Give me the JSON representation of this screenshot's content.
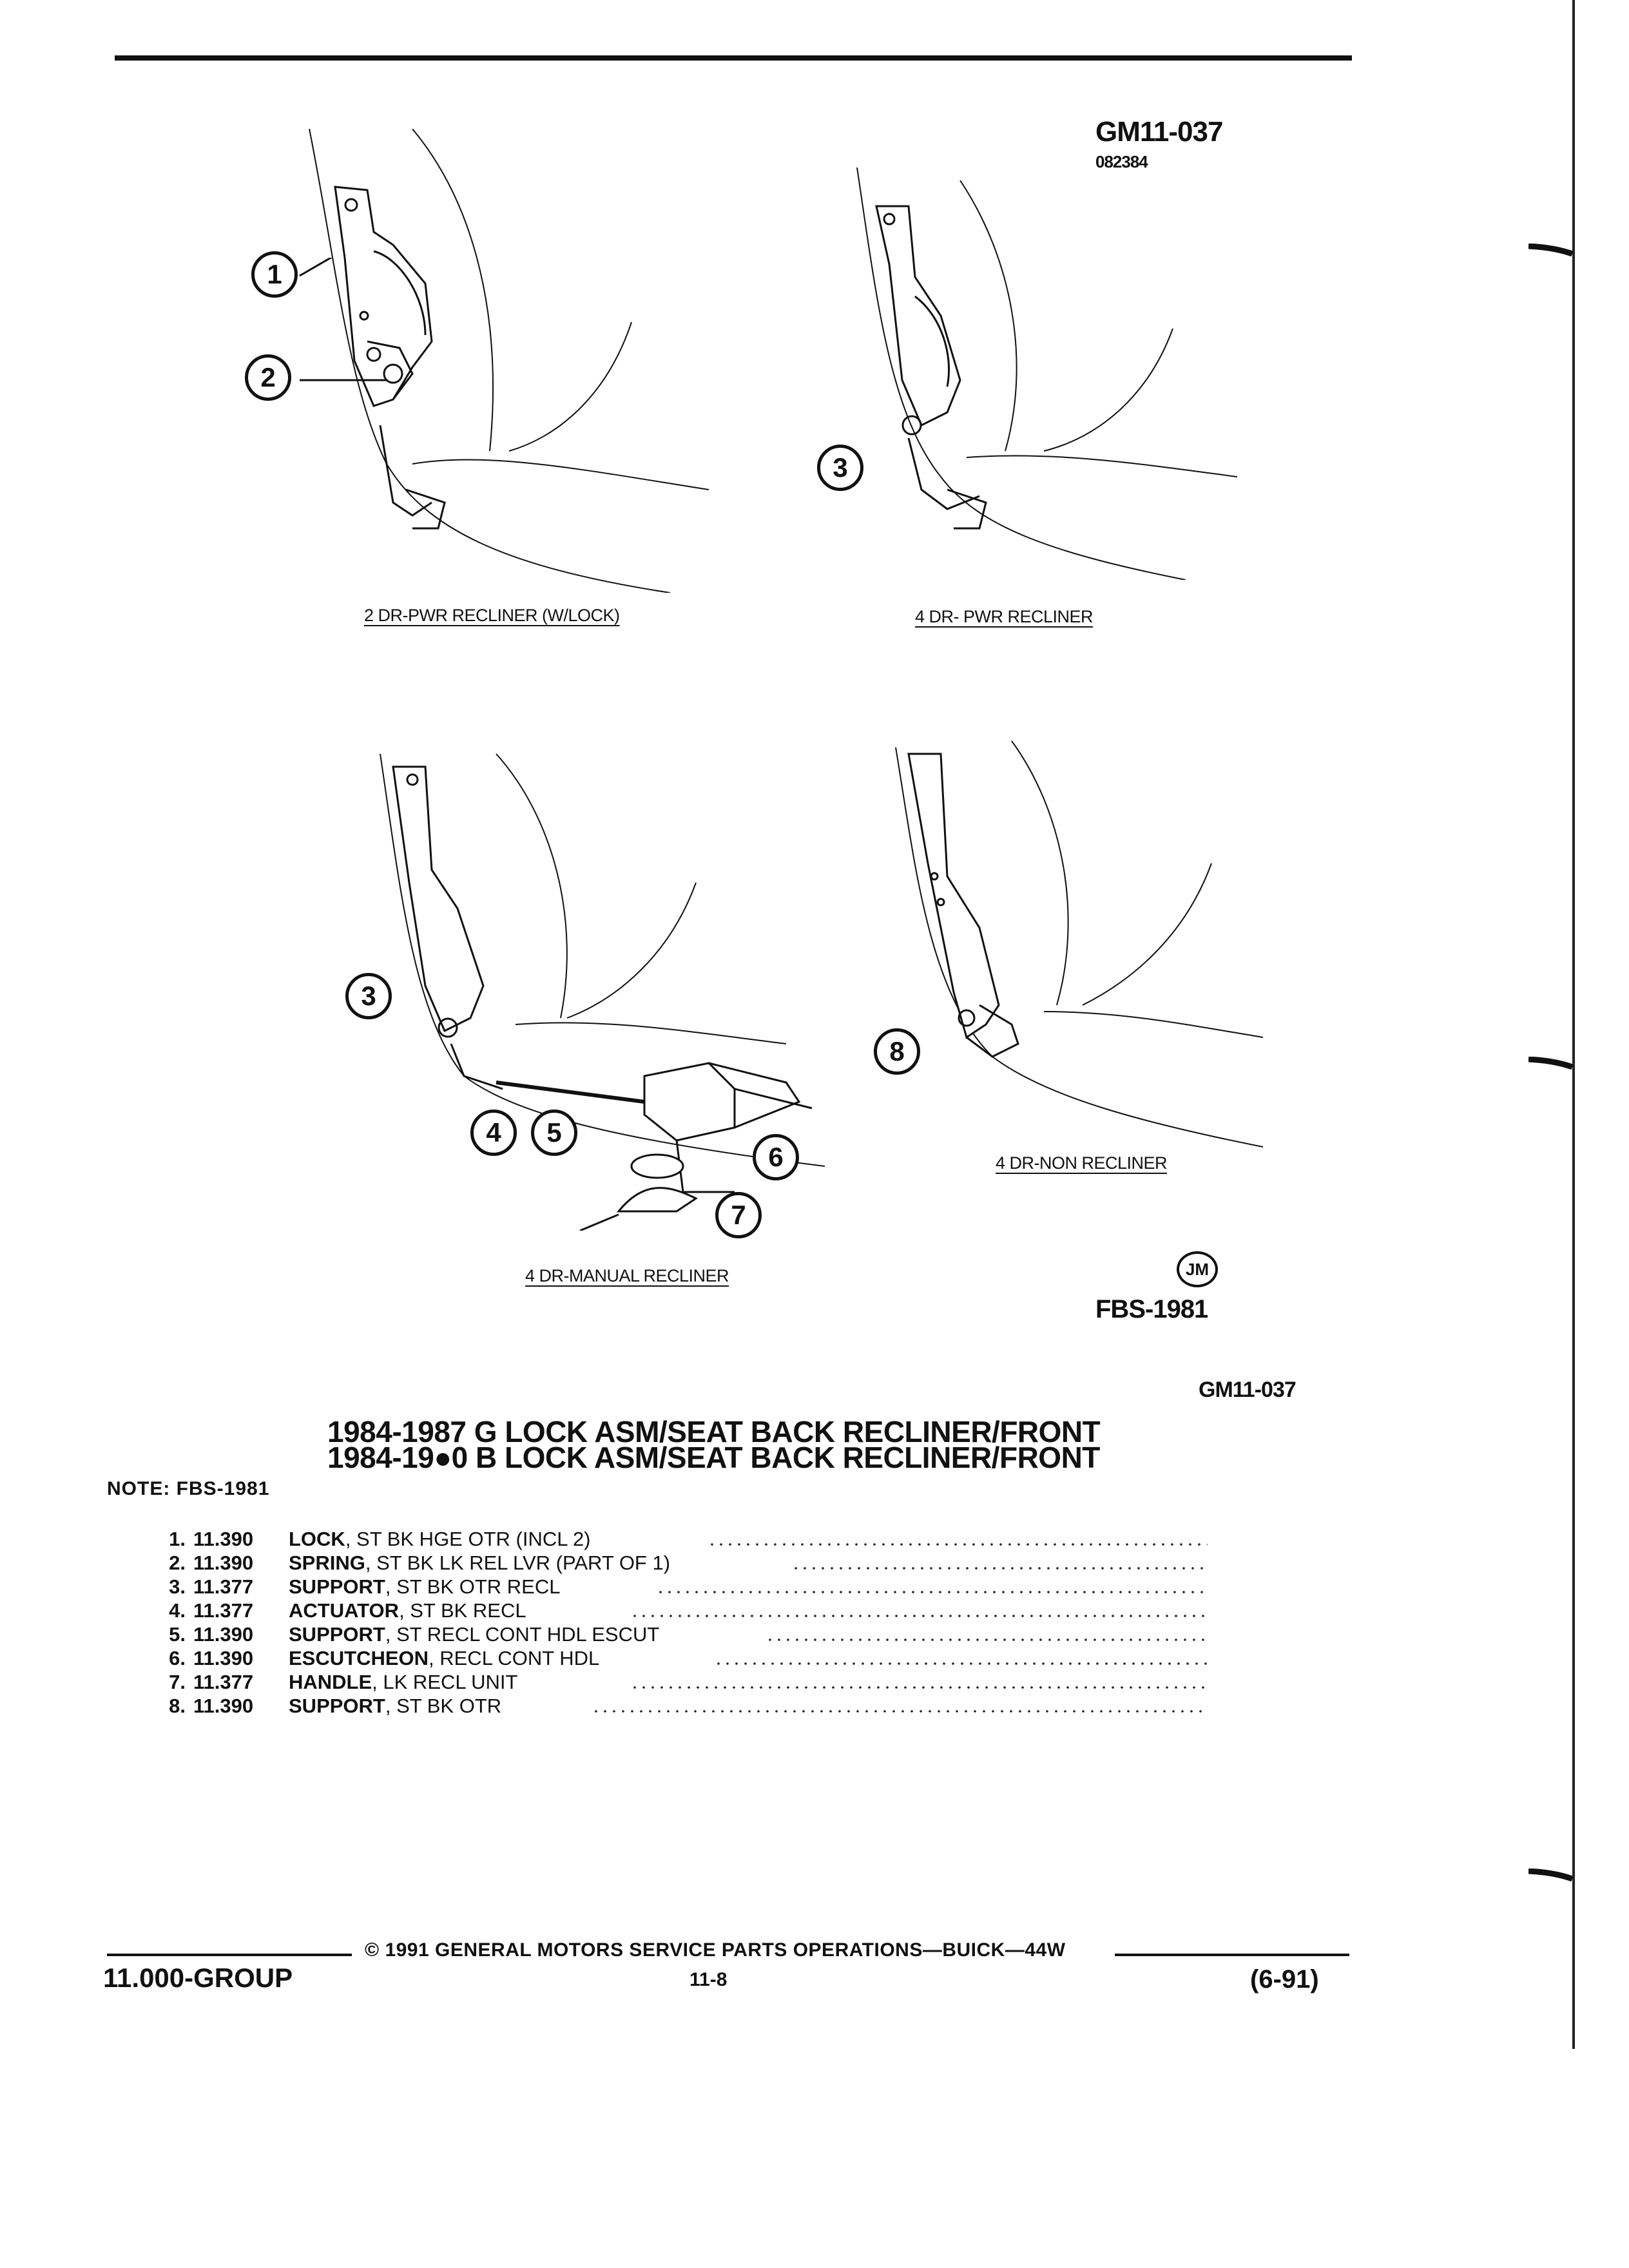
{
  "header": {
    "code": "GM11-037",
    "sub_code": "082384"
  },
  "figures": [
    {
      "caption": "2 DR-PWR RECLINER (W/LOCK)",
      "callouts": [
        "1",
        "2"
      ]
    },
    {
      "caption": "4 DR- PWR RECLINER",
      "callouts": [
        "3"
      ]
    },
    {
      "caption": "4 DR-MANUAL RECLINER",
      "callouts": [
        "3",
        "4",
        "5",
        "6",
        "7"
      ]
    },
    {
      "caption": "4 DR-NON RECLINER",
      "callouts": [
        "8"
      ]
    }
  ],
  "stamp": {
    "logo": "JM",
    "fbs": "FBS-1981"
  },
  "section_code": "GM11-037",
  "titles": [
    "1984-1987 G LOCK ASM/SEAT BACK RECLINER/FRONT",
    "1984-19●0 B LOCK ASM/SEAT BACK RECLINER/FRONT"
  ],
  "note": "NOTE:  FBS-1981",
  "parts": [
    {
      "no": "1.",
      "code": "11.390",
      "name": "LOCK",
      "desc": ", ST BK HGE OTR (INCL 2)"
    },
    {
      "no": "2.",
      "code": "11.390",
      "name": "SPRING",
      "desc": ", ST BK LK REL LVR (PART OF 1)"
    },
    {
      "no": "3.",
      "code": "11.377",
      "name": "SUPPORT",
      "desc": ", ST BK OTR RECL"
    },
    {
      "no": "4.",
      "code": "11.377",
      "name": "ACTUATOR",
      "desc": ", ST BK RECL"
    },
    {
      "no": "5.",
      "code": "11.390",
      "name": "SUPPORT",
      "desc": ", ST RECL CONT HDL ESCUT"
    },
    {
      "no": "6.",
      "code": "11.390",
      "name": "ESCUTCHEON",
      "desc": ", RECL CONT HDL"
    },
    {
      "no": "7.",
      "code": "11.377",
      "name": "HANDLE",
      "desc": ", LK RECL UNIT"
    },
    {
      "no": "8.",
      "code": "11.390",
      "name": "SUPPORT",
      "desc": ", ST BK OTR"
    }
  ],
  "footer": {
    "group": "11.000-GROUP",
    "copyright": "©  1991  GENERAL MOTORS SERVICE PARTS OPERATIONS—BUICK—44W",
    "page": "11-8",
    "date": "(6-91)"
  }
}
